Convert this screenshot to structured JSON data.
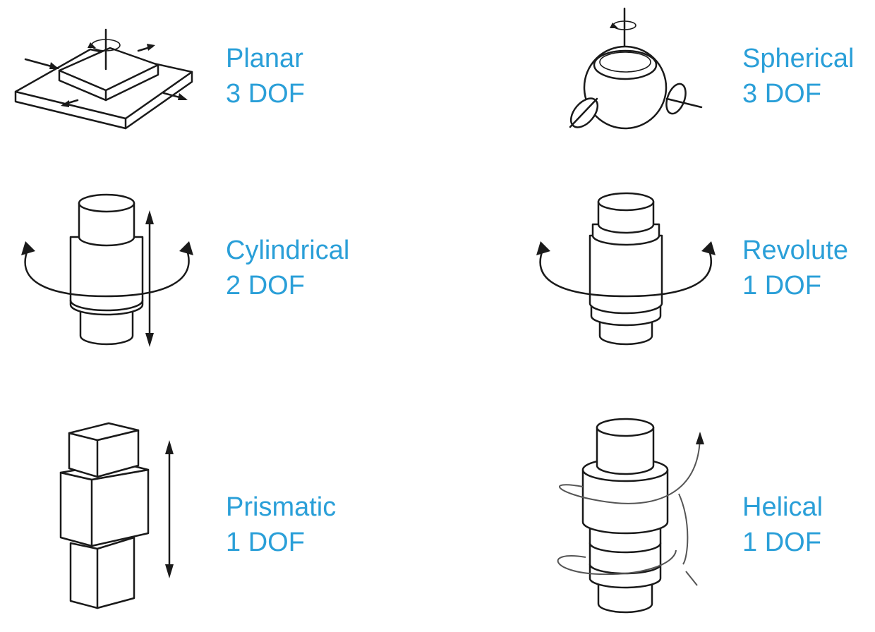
{
  "joints": [
    {
      "id": "planar",
      "name": "Planar",
      "dof": "3 DOF",
      "icon": "planar-joint-icon"
    },
    {
      "id": "spherical",
      "name": "Spherical",
      "dof": "3 DOF",
      "icon": "spherical-joint-icon"
    },
    {
      "id": "cylindrical",
      "name": "Cylindrical",
      "dof": "2 DOF",
      "icon": "cylindrical-joint-icon"
    },
    {
      "id": "revolute",
      "name": "Revolute",
      "dof": "1 DOF",
      "icon": "revolute-joint-icon"
    },
    {
      "id": "prismatic",
      "name": "Prismatic",
      "dof": "1 DOF",
      "icon": "prismatic-joint-icon"
    },
    {
      "id": "helical",
      "name": "Helical",
      "dof": "1 DOF",
      "icon": "helical-joint-icon"
    }
  ],
  "colors": {
    "label": "#2a9fd8",
    "line": "#1a1a1a",
    "background": "#ffffff"
  }
}
